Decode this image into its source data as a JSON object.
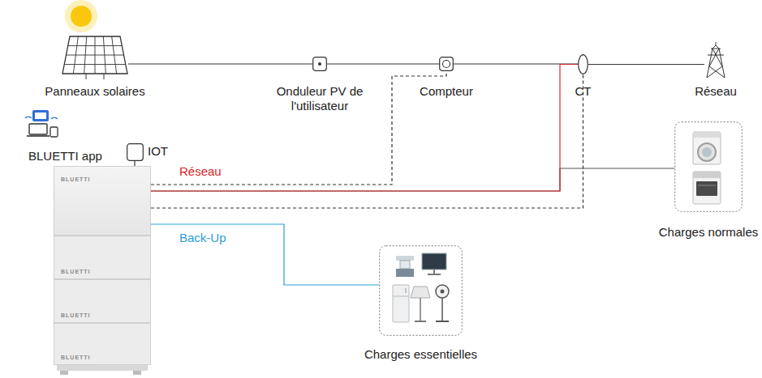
{
  "diagram": {
    "nodes": [
      {
        "text": [
          "Panneaux solaires"
        ]
      },
      {
        "text": [
          "Onduleur PV de l'utilisateur"
        ]
      },
      {
        "text": [
          "Compteur"
        ]
      },
      {
        "text": [
          "CT"
        ]
      },
      {
        "text": [
          "Réseau"
        ]
      },
      {
        "text": [
          "IOT"
        ]
      },
      {
        "text": [
          "BLUETTI",
          "BLUETTI",
          "BLUETTI",
          "BLUETTI"
        ]
      },
      {
        "text": [
          "Charges normales"
        ]
      },
      {
        "text": [
          "Charges essentielles"
        ]
      }
    ],
    "edges": [
      {
        "from": 0,
        "to": 1,
        "arrow": "none"
      },
      {
        "from": 1,
        "to": 2,
        "arrow": "none"
      },
      {
        "from": 2,
        "to": 3,
        "arrow": "none"
      },
      {
        "from": 3,
        "to": 4,
        "arrow": "none"
      },
      {
        "from": 6,
        "to": 2,
        "arrow": "none"
      },
      {
        "from": 6,
        "to": 7,
        "arrow": "none"
      },
      {
        "from": 6,
        "to": 3,
        "label": "Réseau",
        "arrow": "none"
      },
      {
        "from": 6,
        "to": 3,
        "arrow": "none"
      },
      {
        "from": 6,
        "to": 8,
        "label": "Back-Up",
        "arrow": "none"
      }
    ],
    "labels": [
      "BLUETTI app"
    ]
  }
}
